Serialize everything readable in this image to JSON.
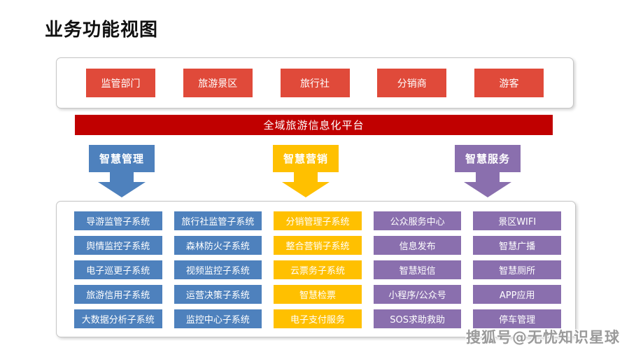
{
  "title": "业务功能视图",
  "stakeholders": [
    "监管部门",
    "旅游景区",
    "旅行社",
    "分销商",
    "游客"
  ],
  "platform_banner": "全域旅游信息化平台",
  "branches": [
    {
      "label": "智慧管理",
      "color": "#4e81bd"
    },
    {
      "label": "智慧营销",
      "color": "#ffc000"
    },
    {
      "label": "智慧服务",
      "color": "#8a6fae"
    }
  ],
  "subsystem_columns": [
    {
      "color": "#4e81bd",
      "items": [
        "导游监管子系统",
        "舆情监控子系统",
        "电子巡更子系统",
        "旅游信用子系统",
        "大数据分析子系统"
      ]
    },
    {
      "color": "#4e81bd",
      "items": [
        "旅行社监管子系统",
        "森林防火子系统",
        "视频监控子系统",
        "运营决策子系统",
        "监控中心子系统"
      ]
    },
    {
      "color": "#ffc000",
      "items": [
        "分销管理子系统",
        "整合营销子系统",
        "云票务子系统",
        "智慧检票",
        "电子支付服务"
      ]
    },
    {
      "color": "#8a6fae",
      "items": [
        "公众服务中心",
        "信息发布",
        "智慧短信",
        "小程序/公众号",
        "SOS求助救助"
      ]
    },
    {
      "color": "#8a6fae",
      "items": [
        "景区WIFI",
        "智慧广播",
        "智慧厕所",
        "APP应用",
        "停车管理"
      ]
    }
  ],
  "watermark": "搜狐号@无忧知识星球",
  "colors": {
    "stakeholder_red": "#e04a3a",
    "banner_red": "#c00000",
    "management_blue": "#4e81bd",
    "marketing_yellow": "#ffc000",
    "service_purple": "#8a6fae",
    "panel_border": "#c6c6c6"
  }
}
